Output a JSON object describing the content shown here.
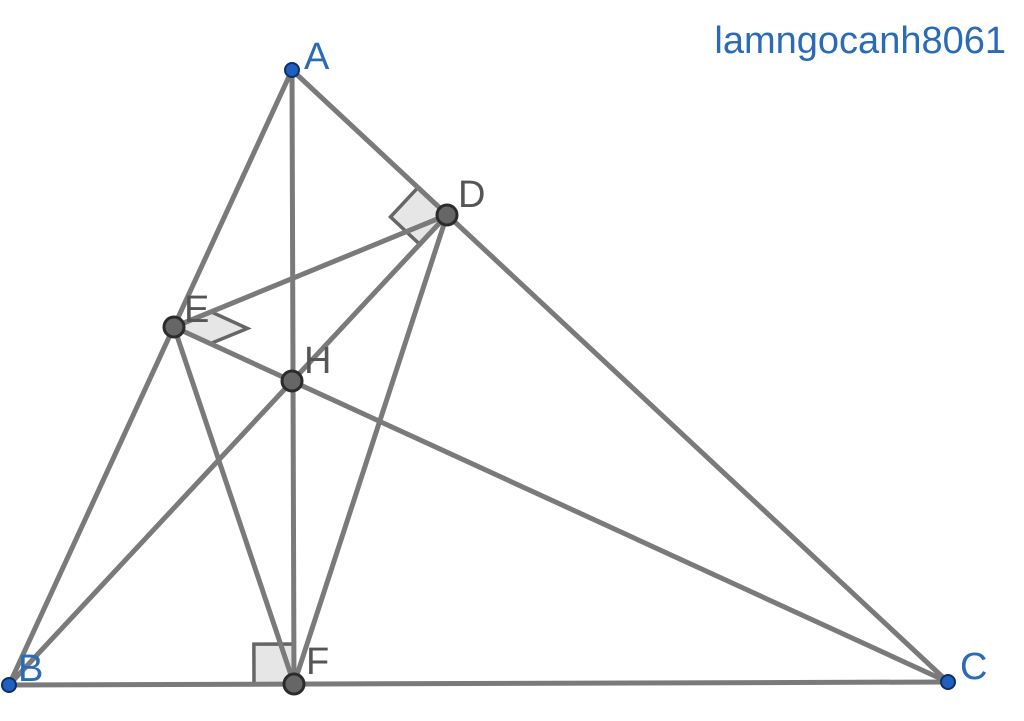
{
  "watermark": "lamngocanh8061",
  "colors": {
    "free_point": "#1f5fbf",
    "dependent_point": "#666666",
    "segment": "#7a7a7a",
    "right_angle_fill": "#e6e6e6",
    "free_label": "#2a6bb8",
    "dependent_label": "#555555",
    "watermark": "#2a6bb8"
  },
  "points": [
    {
      "name": "A",
      "label": "A",
      "kind": "free"
    },
    {
      "name": "B",
      "label": "B",
      "kind": "free"
    },
    {
      "name": "C",
      "label": "C",
      "kind": "free"
    },
    {
      "name": "D",
      "label": "D",
      "kind": "dependent"
    },
    {
      "name": "E",
      "label": "E",
      "kind": "dependent"
    },
    {
      "name": "F",
      "label": "F",
      "kind": "dependent"
    },
    {
      "name": "H",
      "label": "H",
      "kind": "dependent"
    }
  ],
  "segments": [
    [
      "A",
      "B"
    ],
    [
      "A",
      "C"
    ],
    [
      "B",
      "C"
    ],
    [
      "A",
      "F"
    ],
    [
      "B",
      "D"
    ],
    [
      "C",
      "E"
    ],
    [
      "D",
      "E"
    ],
    [
      "E",
      "F"
    ],
    [
      "D",
      "F"
    ]
  ],
  "right_angles": [
    {
      "at": "D",
      "along": [
        "A",
        "H"
      ]
    },
    {
      "at": "E",
      "along": [
        "D",
        "H"
      ]
    },
    {
      "at": "F",
      "along": [
        "B",
        "A"
      ]
    }
  ]
}
